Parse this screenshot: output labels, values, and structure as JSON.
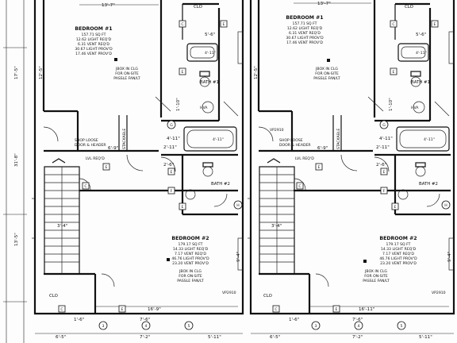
{
  "units": [
    {
      "bedroom1": {
        "title": "BEDROOM #1",
        "lines": [
          "157.71 SQ FT",
          "12.62 LIGHT REQ'D",
          "6.31 VENT REQ'D",
          "30.67 LIGHT PROV'D",
          "17.46 VENT PROV'D"
        ]
      },
      "bedroom2": {
        "title": "BEDROOM #2",
        "lines": [
          "179.17 SQ FT",
          "14.33 LIGHT REQ'D",
          "7.17 VENT REQ'D",
          "46.76 LIGHT PROV'D",
          "23.20 VENT PROV'D"
        ]
      },
      "jbox": [
        "JBOX IN CLG",
        "FOR ON-SITE",
        "PASSLE FAN/LT"
      ],
      "bath1": "BATH #1",
      "bath2": "BATH #2",
      "clo_top": "CLO",
      "clo_bottom": "CLO",
      "shop_loose": [
        "SHOP LOOSE",
        "DOOR & HEADER"
      ],
      "lvl_reqd": "LVL REQ'D",
      "stackable": "STACKABLE",
      "tub1": "4'-11\"",
      "tub2": "4'-11\"",
      "hva": "HVA",
      "vp": "VP2910",
      "dims": {
        "d_13_7": "13'-7\"",
        "d_5_6": "5'-6\"",
        "d_4_11": "4'-11\"",
        "d_2_6": "2'-6\"",
        "d_2_11": "2'-11\"",
        "d_3_4": "3'-4\"",
        "d_16_9": "16'-9\"",
        "d_6_5": "6'-5\"",
        "d_7_2": "7'-2\"",
        "d_5_11": "5'-11\"",
        "d_1_6": "1'-6\"",
        "d_1_10": "1'-10\"",
        "d_6_9": "6'-9\"",
        "d_7_6": "7'-6\"",
        "d_12_5": "12'-5\"",
        "d_9_4": "9'-4\""
      }
    },
    {
      "bedroom1": {
        "title": "BEDROOM #1",
        "lines": [
          "157.71 SQ FT",
          "12.62 LIGHT REQ'D",
          "6.31 VENT REQ'D",
          "30.67 LIGHT PROV'D",
          "17.46 VENT PROV'D"
        ]
      },
      "bedroom2": {
        "title": "BEDROOM #2",
        "lines": [
          "179.17 SQ FT",
          "14.33 LIGHT REQ'D",
          "7.17 VENT REQ'D",
          "46.76 LIGHT PROV'D",
          "23.20 VENT PROV'D"
        ]
      },
      "jbox": [
        "JBOX IN CLG",
        "FOR ON-SITE",
        "PASSLE FAN/LT"
      ],
      "bath1": "BATH #1",
      "bath2": "BATH #2",
      "clo_top": "CLO",
      "clo_bottom": "CLO",
      "shop_loose": [
        "SHOP LOOSE",
        "DOOR & HEADER"
      ],
      "lvl_reqd": "LVL REQ'D",
      "stackable": "STACKABLE",
      "tub1": "4'-11\"",
      "tub2": "4'-11\"",
      "hva": "HVA",
      "vp": "VP2910",
      "dims": {
        "d_13_7": "13'-7\"",
        "d_5_6": "5'-6\"",
        "d_4_11": "4'-11\"",
        "d_2_6": "2'-6\"",
        "d_2_11": "2'-11\"",
        "d_3_4": "3'-4\"",
        "d_16_9": "16'-11\"",
        "d_6_5": "6'-5\"",
        "d_7_2": "7'-2\"",
        "d_5_11": "5'-11\"",
        "d_1_6": "1'-6\"",
        "d_1_10": "1'-10\"",
        "d_6_9": "6'-9\"",
        "d_7_6": "7'-6\"",
        "d_12_5": "12'-5\"",
        "d_9_4": "9'-4\""
      }
    }
  ],
  "overall": {
    "d_31_8": "31'-8\"",
    "d_17_5": "17'-5\"",
    "d_13_5": "13'-5\""
  },
  "tags": {
    "c": "C",
    "e": "E",
    "g": "G",
    "f": "F",
    "h": "H",
    "n3": "3",
    "n4": "4",
    "n5": "5"
  }
}
